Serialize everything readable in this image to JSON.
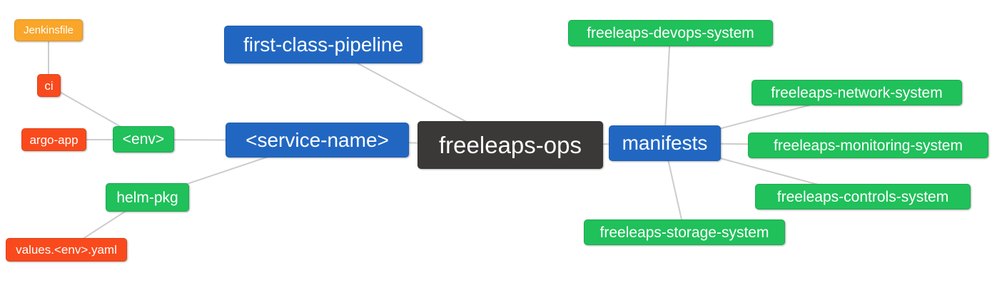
{
  "diagram": {
    "type": "mindmap",
    "background": "#ffffff",
    "edge_color": "#cccccc"
  },
  "colors": {
    "root_dark": "#3b3838",
    "branch_blue": "#2167c2",
    "leaf_green": "#20c05a",
    "leaf_red": "#f94a1d",
    "leaf_amber": "#f9a62a",
    "text": "#ffffff"
  },
  "nodes": {
    "root": {
      "label": "freeleaps-ops"
    },
    "first_class_pipeline": {
      "label": "first-class-pipeline"
    },
    "service_name": {
      "label": "<service-name>"
    },
    "env": {
      "label": "<env>"
    },
    "ci": {
      "label": "ci"
    },
    "jenkinsfile": {
      "label": "Jenkinsfile"
    },
    "argo_app": {
      "label": "argo-app"
    },
    "helm_pkg": {
      "label": "helm-pkg"
    },
    "values_env_yaml": {
      "label": "values.<env>.yaml"
    },
    "manifests": {
      "label": "manifests"
    },
    "devops_system": {
      "label": "freeleaps-devops-system"
    },
    "network_system": {
      "label": "freeleaps-network-system"
    },
    "monitoring_system": {
      "label": "freeleaps-monitoring-system"
    },
    "controls_system": {
      "label": "freeleaps-controls-system"
    },
    "storage_system": {
      "label": "freeleaps-storage-system"
    }
  },
  "edges": [
    [
      "jenkinsfile",
      "ci"
    ],
    [
      "ci",
      "env"
    ],
    [
      "argo_app",
      "env"
    ],
    [
      "env",
      "service_name"
    ],
    [
      "helm_pkg",
      "service_name"
    ],
    [
      "values_env_yaml",
      "helm_pkg"
    ],
    [
      "first_class_pipeline",
      "root"
    ],
    [
      "service_name",
      "root"
    ],
    [
      "root",
      "manifests"
    ],
    [
      "manifests",
      "devops_system"
    ],
    [
      "manifests",
      "network_system"
    ],
    [
      "manifests",
      "monitoring_system"
    ],
    [
      "manifests",
      "controls_system"
    ],
    [
      "manifests",
      "storage_system"
    ]
  ]
}
